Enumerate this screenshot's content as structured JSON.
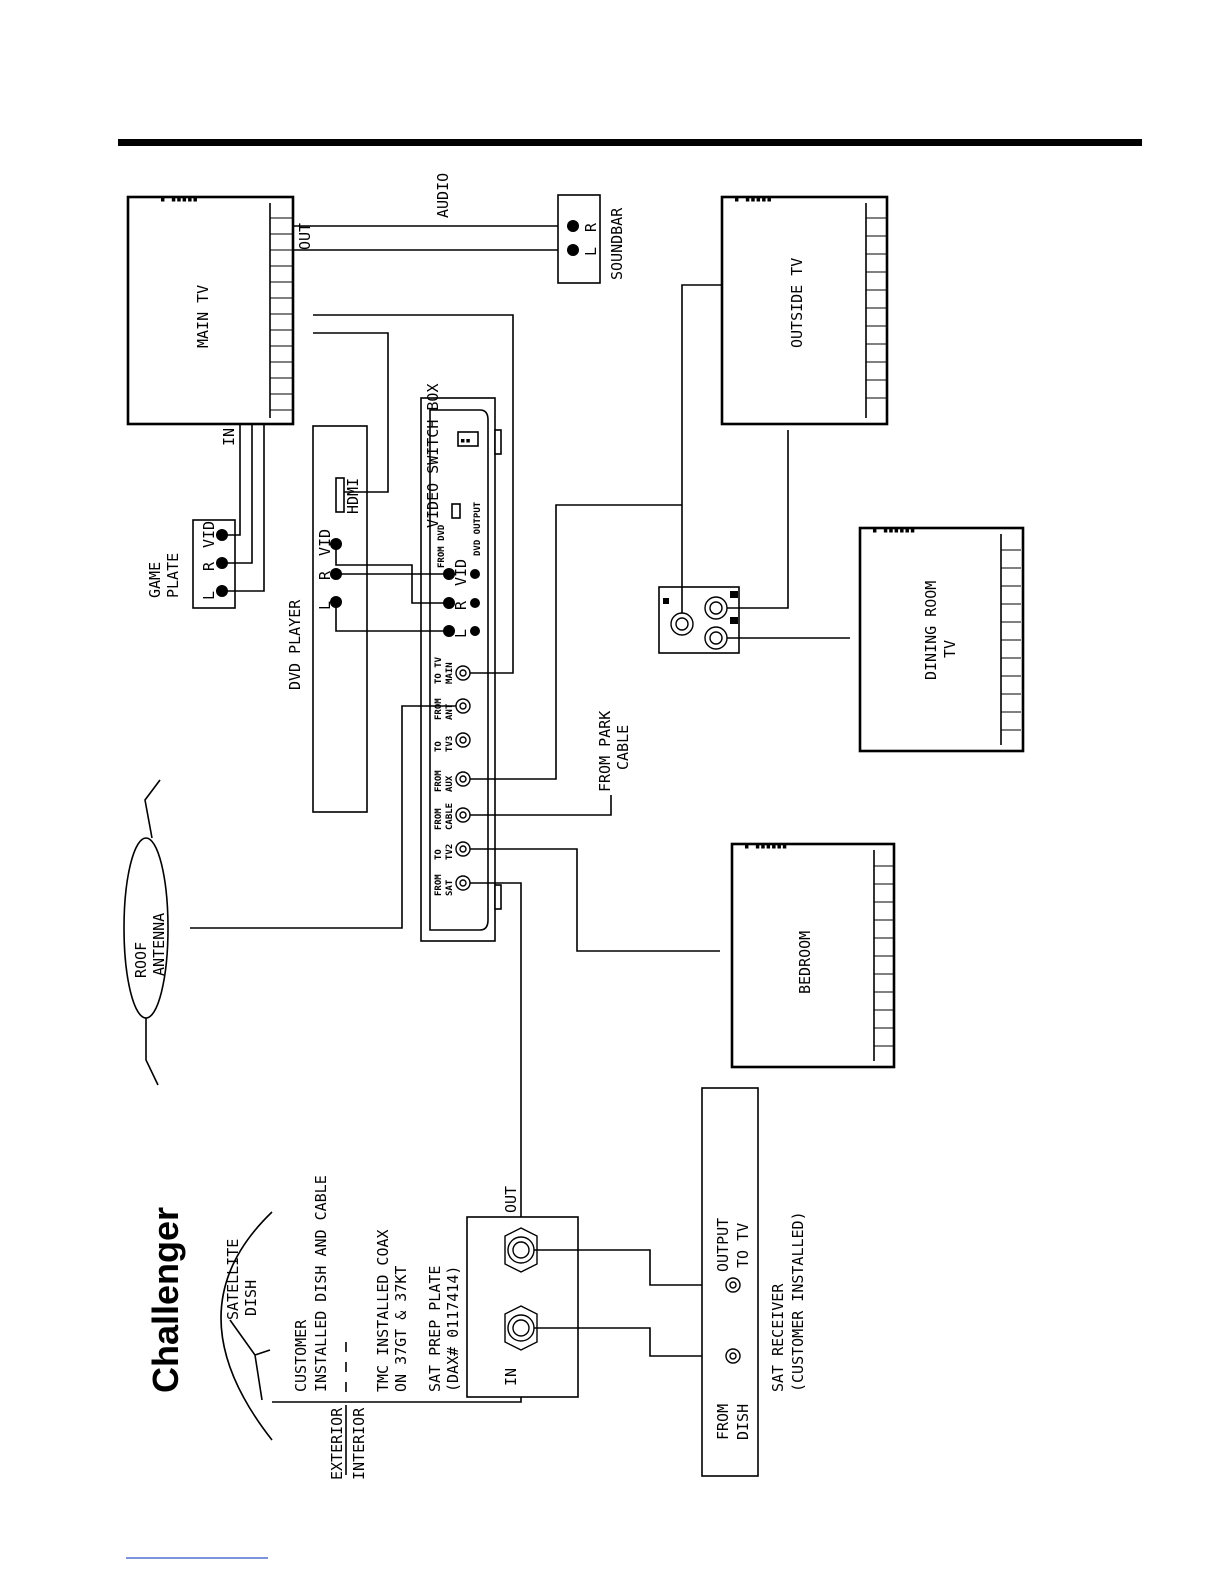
{
  "brand": "Challenger",
  "labels": {
    "audio": "AUDIO",
    "out_main": "OUT",
    "in_main": "IN",
    "main_tv": "MAIN TV",
    "soundbar": "SOUNDBAR",
    "soundbar_r": "R",
    "soundbar_l": "L",
    "outside_tv": "OUTSIDE TV",
    "game_plate_1": "GAME",
    "game_plate_2": "PLATE",
    "game_l": "L",
    "game_r": "R",
    "game_vid": "VID",
    "dvd_player": "DVD PLAYER",
    "dvd_l": "L",
    "dvd_r": "R",
    "dvd_vid": "VID",
    "hdmi": "HDMI",
    "video_switch_box": "VIDEO SWITCH BOX",
    "from_dvd": "FROM DVD",
    "dvd_output": "DVD OUTPUT",
    "vsb_l": "L",
    "vsb_r": "R",
    "vsb_vid": "VID",
    "to_tv_main_1": "TO TV",
    "to_tv_main_2": "MAIN",
    "from_ant_1": "FROM",
    "from_ant_2": "ANT",
    "to_tv3_1": "TO",
    "to_tv3_2": "TV3",
    "from_aux_1": "FROM",
    "from_aux_2": "AUX",
    "from_cable_1": "FROM",
    "from_cable_2": "CABLE",
    "to_tv2_1": "TO",
    "to_tv2_2": "TV2",
    "from_sat_1": "FROM",
    "from_sat_2": "SAT",
    "from_park_1": "FROM PARK",
    "from_park_2": "CABLE",
    "dining_1": "DINING ROOM",
    "dining_2": "TV",
    "roof_1": "ROOF",
    "roof_2": "ANTENNA",
    "bedroom": "BEDROOM",
    "sat_dish_1": "SATELLITE",
    "sat_dish_2": "DISH",
    "customer_1": "CUSTOMER",
    "customer_2": "INSTALLED DISH AND CABLE",
    "tmc_1": "TMC INSTALLED COAX",
    "tmc_2": "ON 37GT & 37KT",
    "sat_prep_1": "SAT PREP PLATE",
    "sat_prep_2": "(DAX# 0117414)",
    "plate_out": "OUT",
    "plate_in": "IN",
    "exterior": "EXTERIOR",
    "interior": "INTERIOR",
    "output_tv_1": "OUTPUT",
    "output_tv_2": "TO TV",
    "from_dish_1": "FROM",
    "from_dish_2": "DISH",
    "sat_rx_1": "SAT RECEIVER",
    "sat_rx_2": "(CUSTOMER INSTALLED)"
  }
}
